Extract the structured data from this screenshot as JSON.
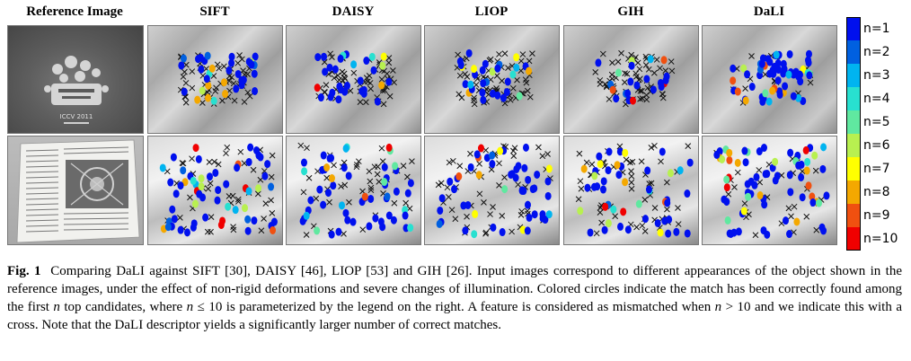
{
  "column_titles": [
    "Reference Image",
    "SIFT",
    "DAISY",
    "LIOP",
    "GIH",
    "DaLI"
  ],
  "legend": {
    "labels": [
      "n=1",
      "n=2",
      "n=3",
      "n=4",
      "n=5",
      "n=6",
      "n=7",
      "n=8",
      "n=9",
      "n=10"
    ],
    "colors": [
      "#0010ee",
      "#0060e0",
      "#00b4f0",
      "#28e0d0",
      "#60e8a0",
      "#b8f050",
      "#ffff00",
      "#f4a800",
      "#f05010",
      "#f00000"
    ]
  },
  "reference_shirt_text": "ICCV 2011",
  "caption": {
    "label": "Fig. 1",
    "seg1": "Comparing DaLI against SIFT [30], DAISY [46], LIOP [53] and GIH [26]. Input images correspond to different appearances of the object shown in the reference images, under the effect of non-rigid deformations and severe changes of illumination. Colored circles indicate the match has been correctly found among the first ",
    "var_n1": "n",
    "seg2": " top candidates, where ",
    "var_n2": "n",
    "seg3": " ≤ 10 is parameterized by the legend on the right. A feature is considered as mismatched when ",
    "var_n3": "n",
    "seg4": " > 10 and we indicate this with a cross. Note that the DaLI descriptor yields a significantly larger number of correct matches."
  }
}
